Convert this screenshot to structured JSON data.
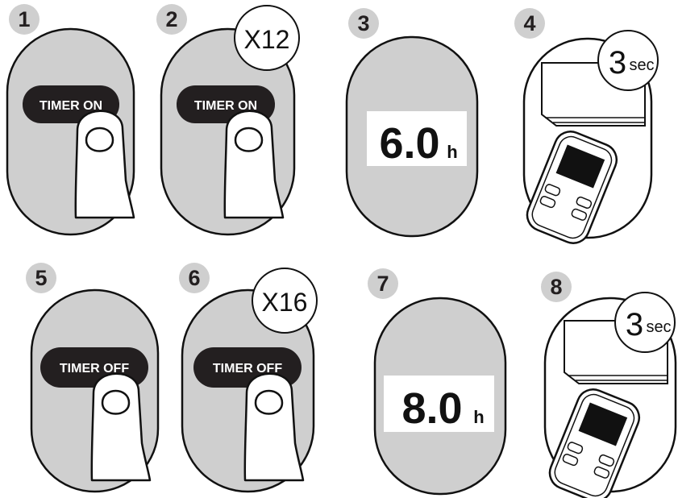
{
  "colors": {
    "panel": "#cfcfcf",
    "outline": "#111111",
    "button": "#231f20",
    "button_text": "#ffffff",
    "badge_number": "#231f20",
    "lcd_background": "#ffffff"
  },
  "steps": {
    "s1": {
      "number": "1",
      "button_label": "TIMER ON"
    },
    "s2": {
      "number": "2",
      "button_label": "TIMER ON",
      "press_count": "X12"
    },
    "s3": {
      "number": "3",
      "display_value": "6.0",
      "display_unit": "h"
    },
    "s4": {
      "number": "4",
      "hold_big": "3",
      "hold_small": "sec"
    },
    "s5": {
      "number": "5",
      "button_label": "TIMER OFF"
    },
    "s6": {
      "number": "6",
      "button_label": "TIMER OFF",
      "press_count": "X16"
    },
    "s7": {
      "number": "7",
      "display_value": "8.0",
      "display_unit": "h"
    },
    "s8": {
      "number": "8",
      "hold_big": "3",
      "hold_small": "sec"
    }
  },
  "icons": [
    "finger-press-icon",
    "air-conditioner-icon",
    "remote-control-icon"
  ]
}
